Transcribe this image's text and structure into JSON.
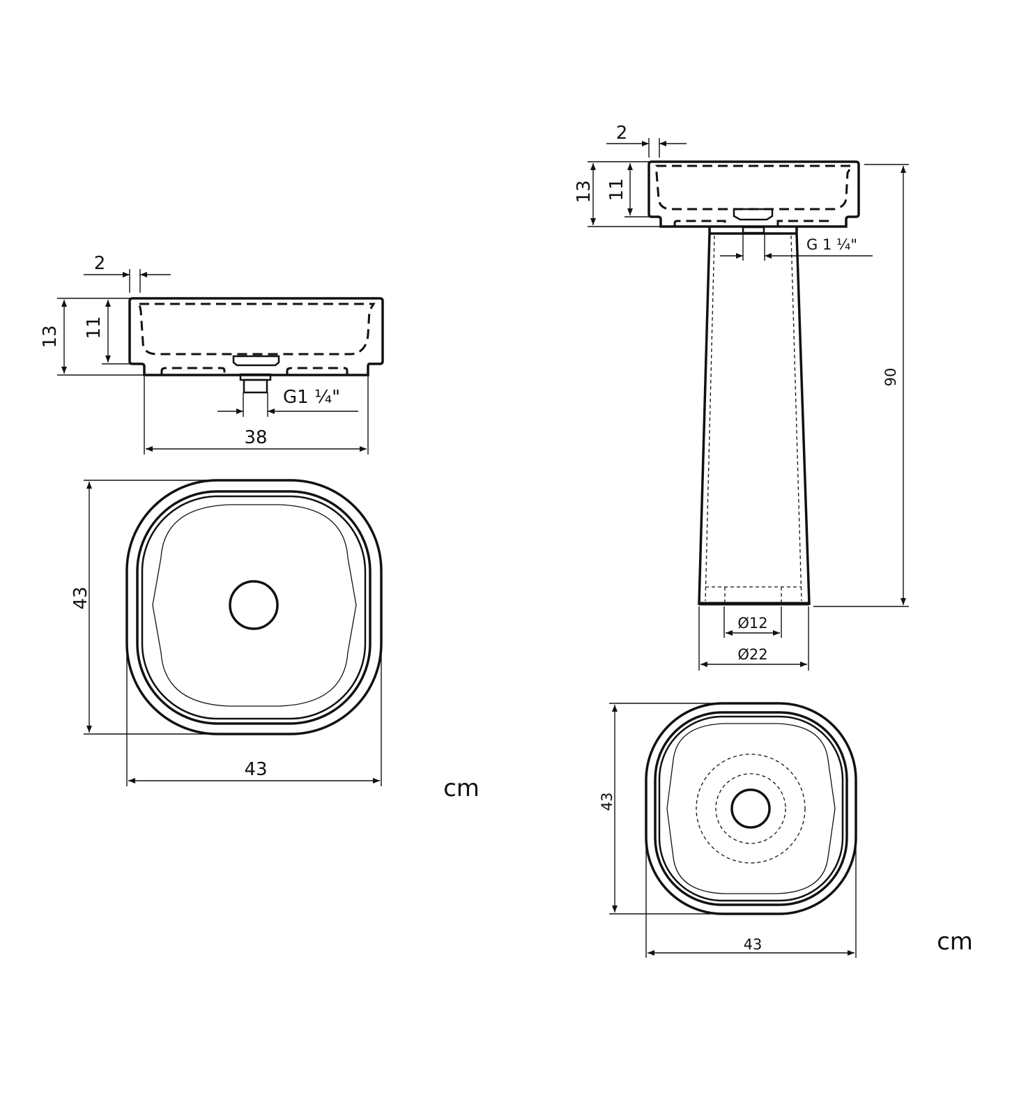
{
  "units": "cm",
  "basin_view": {
    "side": {
      "rim_thickness": "2",
      "total_height": "13",
      "bowl_depth": "11",
      "drain_thread": "G1 ¼\"",
      "bottom_width": "38"
    },
    "top": {
      "depth": "43",
      "width": "43"
    },
    "units_label": "cm"
  },
  "pedestal_view": {
    "side": {
      "rim_thickness": "2",
      "total_height": "13",
      "bowl_depth": "11",
      "drain_thread": "G 1 ¼\"",
      "overall_height": "90",
      "inner_diameter": "Ø12",
      "base_diameter": "Ø22"
    },
    "top": {
      "depth": "43",
      "width": "43"
    },
    "units_label": "cm"
  },
  "colors": {
    "line": "#111111",
    "background": "#ffffff"
  }
}
